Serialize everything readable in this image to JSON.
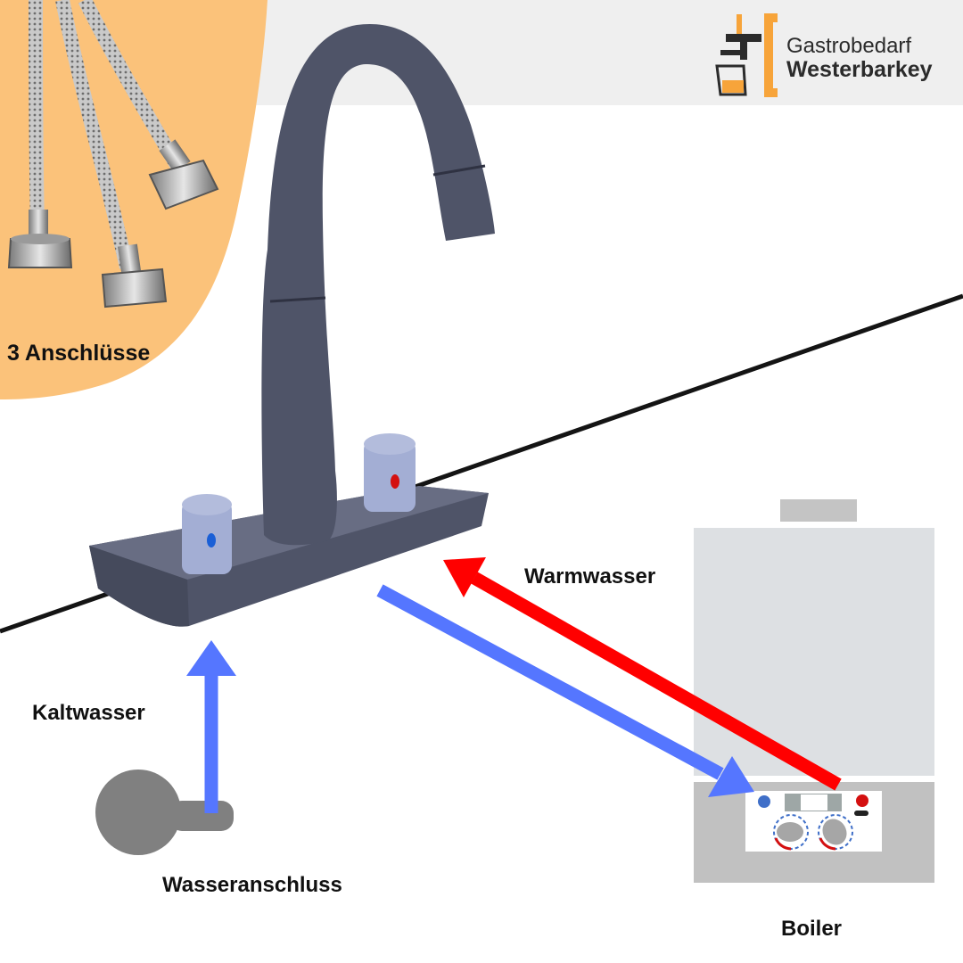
{
  "brand": {
    "line1": "Gastrobedarf",
    "line2": "Westerbarkey",
    "accent_color": "#f7a43a"
  },
  "labels": {
    "anschluesse": "3 Anschlüsse",
    "warmwasser": "Warmwasser",
    "kaltwasser": "Kaltwasser",
    "wasseranschluss": "Wasseranschluss",
    "boiler": "Boiler"
  },
  "colors": {
    "hot_arrow": "#ff0000",
    "cold_arrow": "#5576ff",
    "faucet": "#4f5468",
    "handle": "#a3aed4",
    "hot_dot": "#d41010",
    "cold_dot": "#1a5fd6",
    "boiler_body": "#dde0e3",
    "boiler_base": "#c1c1c1",
    "orange_panel": "#fbc27a",
    "top_band": "#efefef",
    "valve": "#808080"
  },
  "icons": [
    "hoses-icon",
    "faucet-icon",
    "boiler-icon",
    "wall-valve-icon",
    "brand-logo-icon"
  ]
}
